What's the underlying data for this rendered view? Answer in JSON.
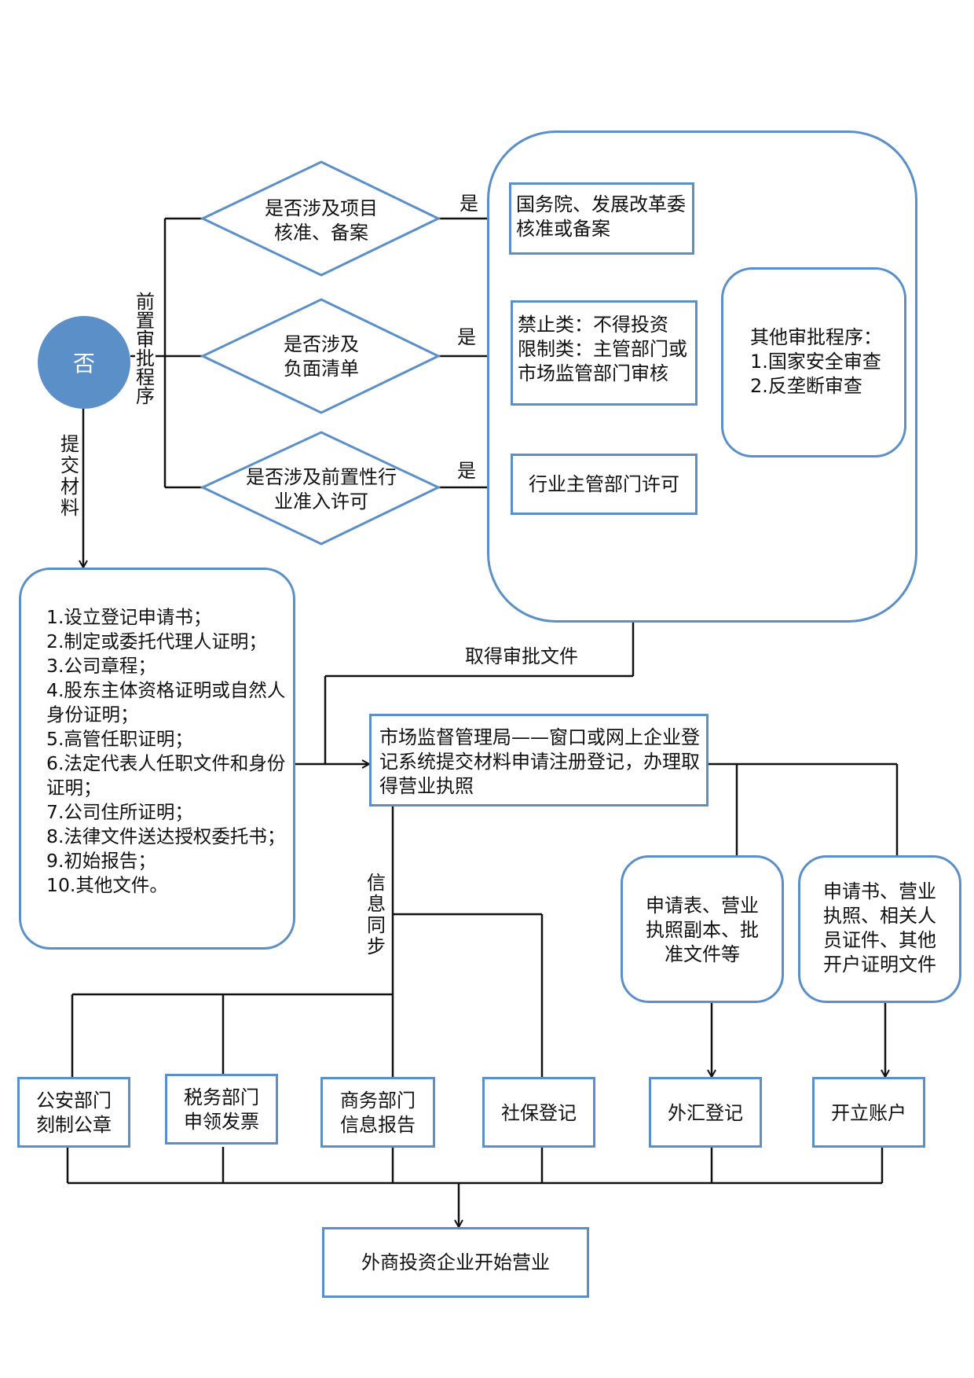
{
  "colors": {
    "accent": "#5b8fc8",
    "line": "#111111"
  },
  "start": {
    "label": "否"
  },
  "labels": {
    "pre_approval": "前置审批程序",
    "submit": "提交材料",
    "yes1": "是",
    "yes2": "是",
    "yes3": "是",
    "get_docs": "取得审批文件",
    "info_sync": "信息同步"
  },
  "decisions": {
    "d1": "是否涉及项目\n核准、备案",
    "d2": "是否涉及\n负面清单",
    "d3": "是否涉及前置性行\n业准入许可"
  },
  "approvals": {
    "a1": "国务院、发展改革委\n核准或备案",
    "a2": "禁止类：不得投资\n限制类：主管部门或\n市场监管部门审核",
    "a3": "行业主管部门许可",
    "other": "其他审批程序：\n1.国家安全审查\n2.反垄断审查"
  },
  "materials": {
    "items": [
      "1.设立登记申请书；",
      "2.制定或委托代理人证明；",
      "3.公司章程；",
      "4.股东主体资格证明或自然人身份证明；",
      "5.高管任职证明；",
      "6.法定代表人任职文件和身份证明；",
      "7.公司住所证明；",
      "8.法律文件送达授权委托书；",
      "9.初始报告；",
      "10.其他文件。"
    ]
  },
  "registration": {
    "text": "市场监督管理局——窗口或网上企业登记系统提交材料申请注册登记，办理取得营业执照"
  },
  "docs": {
    "forex_docs": "申请表、营业\n执照副本、批\n准文件等",
    "account_docs": "申请书、营业\n执照、相关人\n员证件、其他\n开户证明文件"
  },
  "steps": {
    "police": "公安部门\n刻制公章",
    "tax": "税务部门\n申领发票",
    "commerce": "商务部门\n信息报告",
    "social": "社保登记",
    "forex": "外汇登记",
    "account": "开立账户"
  },
  "final": {
    "text": "外商投资企业开始营业"
  }
}
